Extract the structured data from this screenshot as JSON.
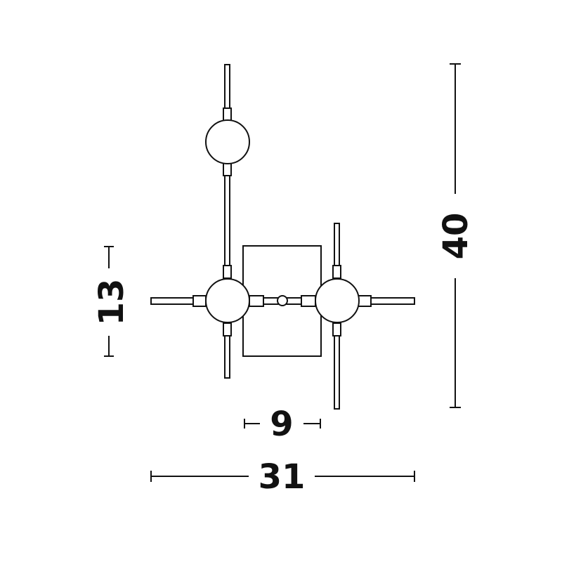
{
  "dimensions": {
    "height_total": "40",
    "width_total": "31",
    "backplate_width": "9",
    "backplate_height": "13"
  },
  "colors": {
    "stroke": "#111111",
    "background": "#ffffff"
  }
}
